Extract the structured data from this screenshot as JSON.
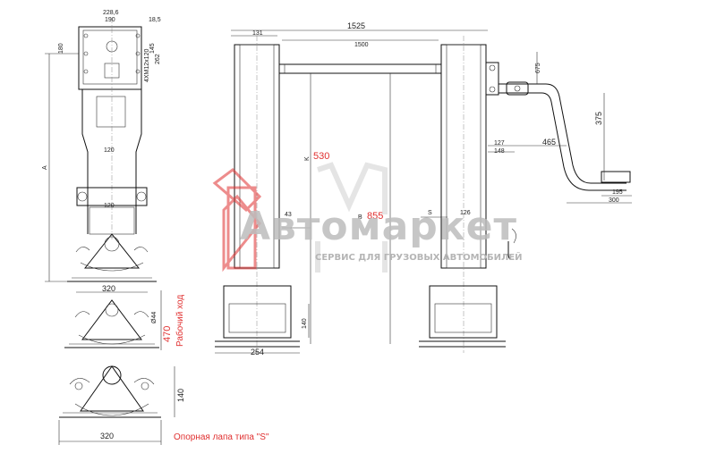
{
  "watermark": {
    "brand": "Автомаркет",
    "tagline": "СЕРВИС ДЛЯ ГРУЗОВЫХ АВТОМОБИЛЕЙ",
    "logo_letters": "АМ",
    "color": "#e03030"
  },
  "left_view": {
    "top_dims": [
      "228,6",
      "190",
      "18,5",
      "180",
      "4XM12x120",
      "145",
      "262",
      "120",
      "120"
    ],
    "height_label": "A",
    "bottom_dim": "320",
    "side_dim": "Ø44"
  },
  "stroke": {
    "value": "470",
    "label": "Рабочий ход"
  },
  "foot": {
    "height": "140",
    "width": "320",
    "caption": "Опорная лапа типа \"S\""
  },
  "front_view": {
    "width_outer": "1525",
    "width_shaft": "1500",
    "left_top": "131",
    "k_label": "K",
    "k_value": "530",
    "b_label": "B",
    "b_value": "855",
    "small_dim": "43",
    "right_dim": "126",
    "foot_width": "254",
    "foot_height": "140",
    "s_label": "S"
  },
  "crank": {
    "d675": "675",
    "d375": "375",
    "d127": "127",
    "d148": "148",
    "d465": "465",
    "d195": "195",
    "d300": "300"
  }
}
